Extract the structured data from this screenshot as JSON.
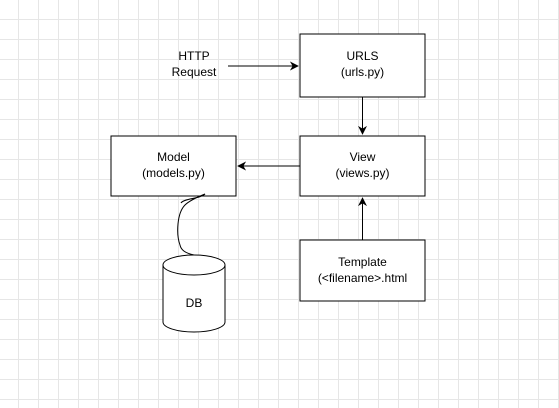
{
  "diagram": {
    "http_request": {
      "line1": "HTTP",
      "line2": "Request"
    },
    "urls_box": {
      "line1": "URLS",
      "line2": "(urls.py)"
    },
    "view_box": {
      "line1": "View",
      "line2": "(views.py)"
    },
    "model_box": {
      "line1": "Model",
      "line2": "(models.py)"
    },
    "template_box": {
      "line1": "Template",
      "line2": "(<filename>.html"
    },
    "db_cylinder": {
      "label": "DB"
    }
  }
}
